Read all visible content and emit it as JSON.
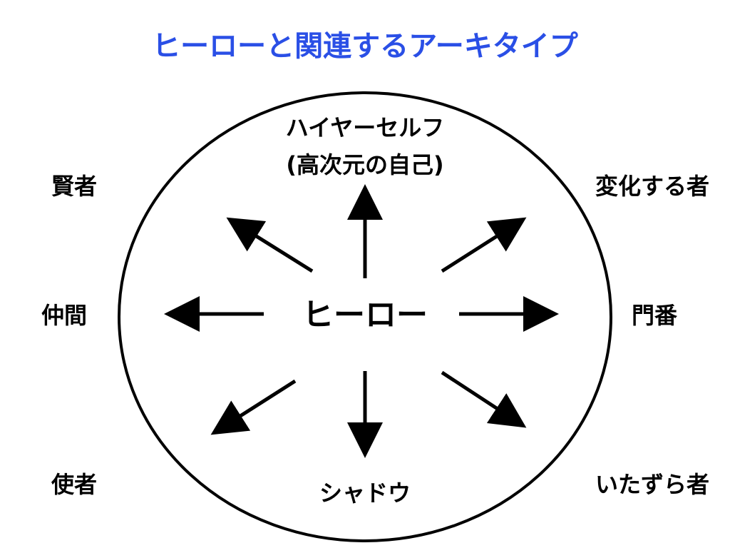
{
  "title": "ヒーローと関連するアーキタイプ",
  "center": "ヒーロー",
  "labels": {
    "top_line1": "ハイヤーセルフ",
    "top_line2": "(高次元の自己)",
    "top_left": "賢者",
    "top_right": "変化する者",
    "left": "仲間",
    "right": "門番",
    "bottom_left": "使者",
    "bottom": "シャドウ",
    "bottom_right": "いたずら者"
  },
  "colors": {
    "title": "#2a4fe6",
    "lines": "#000000"
  }
}
